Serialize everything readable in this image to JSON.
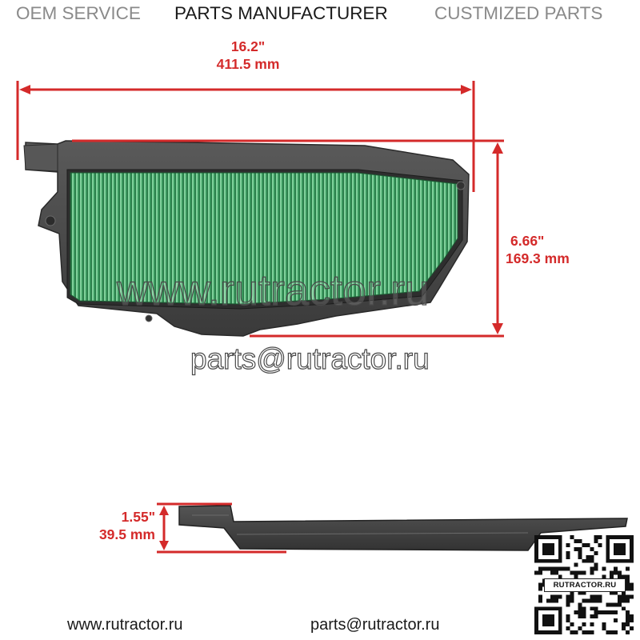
{
  "header": {
    "left": "OEM SERVICE",
    "center": "PARTS MANUFACTURER",
    "right": "CUSTMIZED PARTS"
  },
  "dimensions": {
    "width_in": "16.2\"",
    "width_mm": "411.5 mm",
    "height_in": "6.66\"",
    "height_mm": "169.3 mm",
    "thickness_in": "1.55\"",
    "thickness_mm": "39.5 mm"
  },
  "watermark": {
    "url": "www.rutractor.ru",
    "email": "parts@rutractor.ru"
  },
  "footer": {
    "website": "www.rutractor.ru",
    "email": "parts@rutractor.ru"
  },
  "qr": {
    "label": "RUTRACTOR.RU"
  },
  "colors": {
    "dimension_red": "#d42a2a",
    "frame_gray": "#4a4a4a",
    "filter_green": "#3e9f62"
  }
}
